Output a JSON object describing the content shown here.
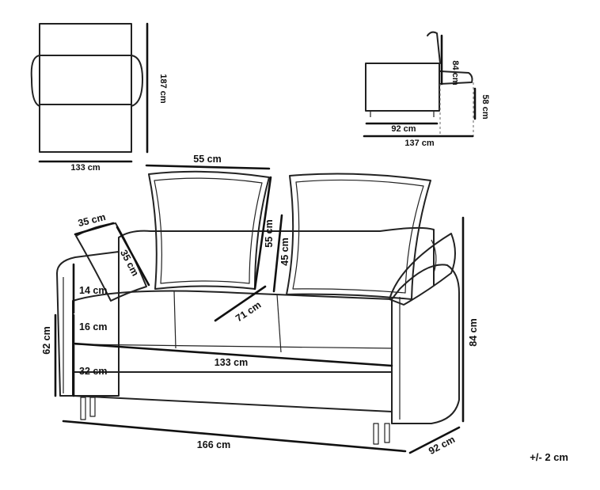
{
  "diagram": {
    "top_view": {
      "depth": "187 cm",
      "width": "133 cm"
    },
    "side_view": {
      "back_height": "84 cm",
      "seat_height": "58 cm",
      "depth_closed": "92 cm",
      "depth_open": "137 cm"
    },
    "main_view": {
      "cushion_width": "55 cm",
      "cushion_height": "55 cm",
      "cushion_inner_height": "45 cm",
      "small_cushion_width": "35 cm",
      "small_cushion_height": "35 cm",
      "backrest_height": "14 cm",
      "seat_cushion_thickness": "16 cm",
      "seat_width": "133 cm",
      "seat_depth": "71 cm",
      "base_height": "32 cm",
      "seat_total_height": "62 cm",
      "overall_width": "166 cm",
      "overall_depth": "92 cm",
      "overall_height": "84 cm"
    },
    "tolerance": "+/- 2 cm"
  }
}
